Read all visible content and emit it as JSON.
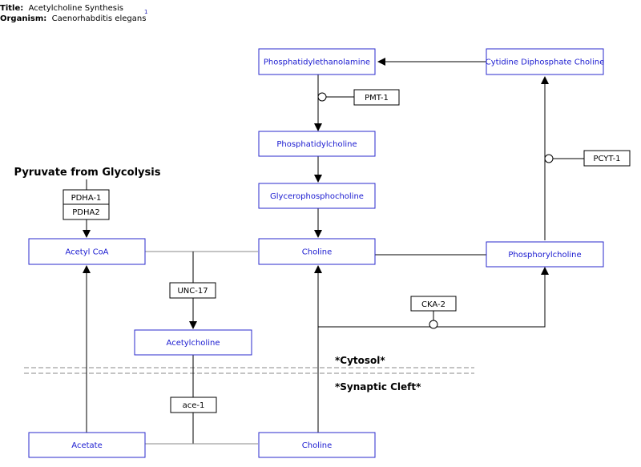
{
  "header": {
    "title_label": "Title:",
    "title": "Acetylcholine Synthesis",
    "organism_label": "Organism:",
    "organism": "Caenorhabditis elegans",
    "superscript": "1"
  },
  "nodes": {
    "phosphatidylethanolamine": "Phosphatidylethanolamine",
    "cdp_choline": "Cytidine Diphosphate Choline",
    "phosphatidylcholine": "Phosphatidylcholine",
    "glycerophosphocholine": "Glycerophosphocholine",
    "acetyl_coa": "Acetyl CoA",
    "choline_cytosol": "Choline",
    "phosphorylcholine": "Phosphorylcholine",
    "acetylcholine": "Acetylcholine",
    "acetate": "Acetate",
    "choline_cleft": "Choline"
  },
  "enzymes": {
    "pmt1": "PMT-1",
    "pcyt1": "PCYT-1",
    "pdha1": "PDHA-1",
    "pdha2": "PDHA2",
    "unc17": "UNC-17",
    "cka2": "CKA-2",
    "ace1": "ace-1"
  },
  "labels": {
    "pyruvate": "Pyruvate from Glycolysis",
    "cytosol": "*Cytosol*",
    "synaptic_cleft": "*Synaptic Cleft*"
  }
}
